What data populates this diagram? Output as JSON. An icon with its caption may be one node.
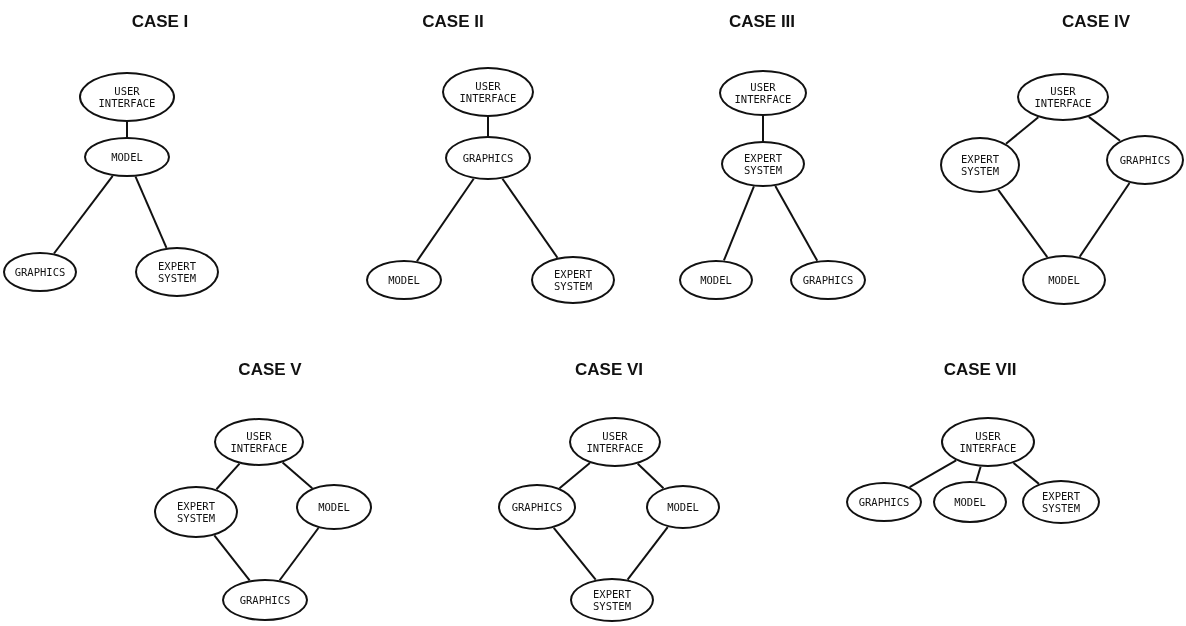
{
  "diagram": {
    "nodes": [
      {
        "text": [
          "USER INTERFACE"
        ]
      },
      {
        "text": [
          "MODEL"
        ]
      },
      {
        "text": [
          "GRAPHICS"
        ]
      },
      {
        "text": [
          "EXPERT SYSTEM"
        ]
      },
      {
        "text": [
          "USER INTERFACE"
        ]
      },
      {
        "text": [
          "GRAPHICS"
        ]
      },
      {
        "text": [
          "MODEL"
        ]
      },
      {
        "text": [
          "EXPERT SYSTEM"
        ]
      },
      {
        "text": [
          "USER INTERFACE"
        ]
      },
      {
        "text": [
          "EXPERT SYSTEM"
        ]
      },
      {
        "text": [
          "MODEL"
        ]
      },
      {
        "text": [
          "GRAPHICS"
        ]
      },
      {
        "text": [
          "USER INTERFACE"
        ]
      },
      {
        "text": [
          "EXPERT SYSTEM"
        ]
      },
      {
        "text": [
          "GRAPHICS"
        ]
      },
      {
        "text": [
          "MODEL"
        ]
      },
      {
        "text": [
          "USER INTERFACE"
        ]
      },
      {
        "text": [
          "EXPERT SYSTEM"
        ]
      },
      {
        "text": [
          "MODEL"
        ]
      },
      {
        "text": [
          "GRAPHICS"
        ]
      },
      {
        "text": [
          "USER INTERFACE"
        ]
      },
      {
        "text": [
          "GRAPHICS"
        ]
      },
      {
        "text": [
          "MODEL"
        ]
      },
      {
        "text": [
          "EXPERT SYSTEM"
        ]
      },
      {
        "text": [
          "USER INTERFACE"
        ]
      },
      {
        "text": [
          "GRAPHICS"
        ]
      },
      {
        "text": [
          "MODEL"
        ]
      },
      {
        "text": [
          "EXPERT SYSTEM"
        ]
      }
    ],
    "edges": [
      {
        "from": 0,
        "to": 1,
        "arrow": "none"
      },
      {
        "from": 1,
        "to": 2,
        "arrow": "none"
      },
      {
        "from": 1,
        "to": 3,
        "arrow": "none"
      },
      {
        "from": 4,
        "to": 5,
        "arrow": "none"
      },
      {
        "from": 5,
        "to": 6,
        "arrow": "none"
      },
      {
        "from": 5,
        "to": 7,
        "arrow": "none"
      },
      {
        "from": 8,
        "to": 9,
        "arrow": "none"
      },
      {
        "from": 9,
        "to": 10,
        "arrow": "none"
      },
      {
        "from": 9,
        "to": 11,
        "arrow": "none"
      },
      {
        "from": 12,
        "to": 13,
        "arrow": "none"
      },
      {
        "from": 12,
        "to": 14,
        "arrow": "none"
      },
      {
        "from": 13,
        "to": 15,
        "arrow": "none"
      },
      {
        "from": 14,
        "to": 15,
        "arrow": "none"
      },
      {
        "from": 16,
        "to": 17,
        "arrow": "none"
      },
      {
        "from": 16,
        "to": 18,
        "arrow": "none"
      },
      {
        "from": 17,
        "to": 19,
        "arrow": "none"
      },
      {
        "from": 18,
        "to": 19,
        "arrow": "none"
      },
      {
        "from": 20,
        "to": 21,
        "arrow": "none"
      },
      {
        "from": 20,
        "to": 22,
        "arrow": "none"
      },
      {
        "from": 21,
        "to": 23,
        "arrow": "none"
      },
      {
        "from": 22,
        "to": 23,
        "arrow": "none"
      },
      {
        "from": 24,
        "to": 25,
        "arrow": "none"
      },
      {
        "from": 24,
        "to": 26,
        "arrow": "none"
      },
      {
        "from": 24,
        "to": 27,
        "arrow": "none"
      }
    ],
    "labels": [
      "CASE I",
      "CASE II",
      "CASE III",
      "CASE IV",
      "CASE V",
      "CASE VI",
      "CASE VII"
    ]
  }
}
